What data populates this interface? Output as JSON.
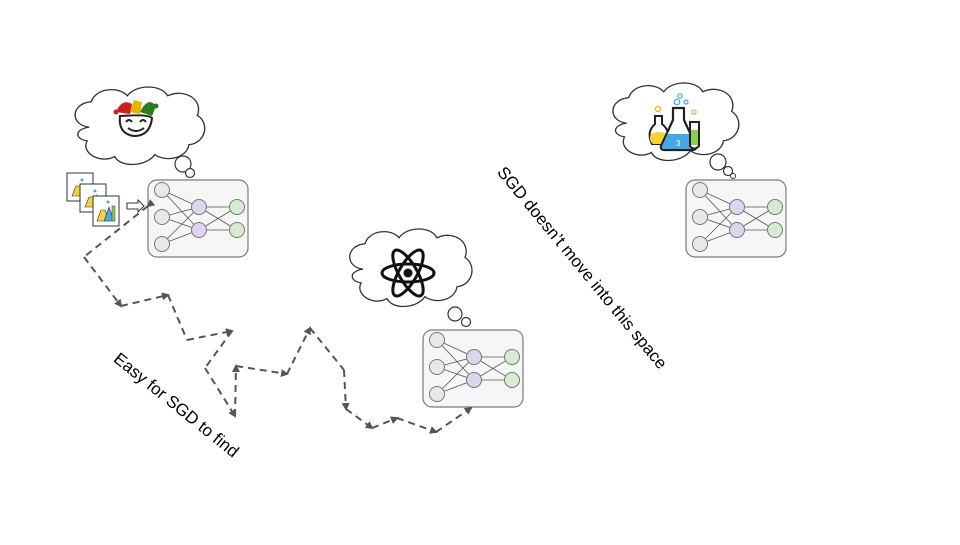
{
  "diagram": {
    "labels": {
      "easy": "Easy for SGD to find",
      "hard": "SGD doesn’t move into this space"
    },
    "thoughts": [
      {
        "name": "jester-thought",
        "icon": "jester-icon"
      },
      {
        "name": "atom-thought",
        "icon": "atom-icon"
      },
      {
        "name": "chemistry-thought",
        "icon": "chemistry-flasks-icon"
      }
    ],
    "networks": [
      {
        "name": "network-start"
      },
      {
        "name": "network-middle"
      },
      {
        "name": "network-right"
      }
    ],
    "colors": {
      "input_node": "#e8e8e8",
      "hidden_node": "#ddd5ee",
      "output_node": "#d6ecd0",
      "path": "#555555",
      "jester_red": "#cc1f1f",
      "jester_yellow": "#e6b400",
      "jester_green": "#2a7d1e",
      "flask_yellow": "#f2d43a",
      "flask_blue": "#45a7e6",
      "flask_green": "#8ccf4e"
    }
  }
}
